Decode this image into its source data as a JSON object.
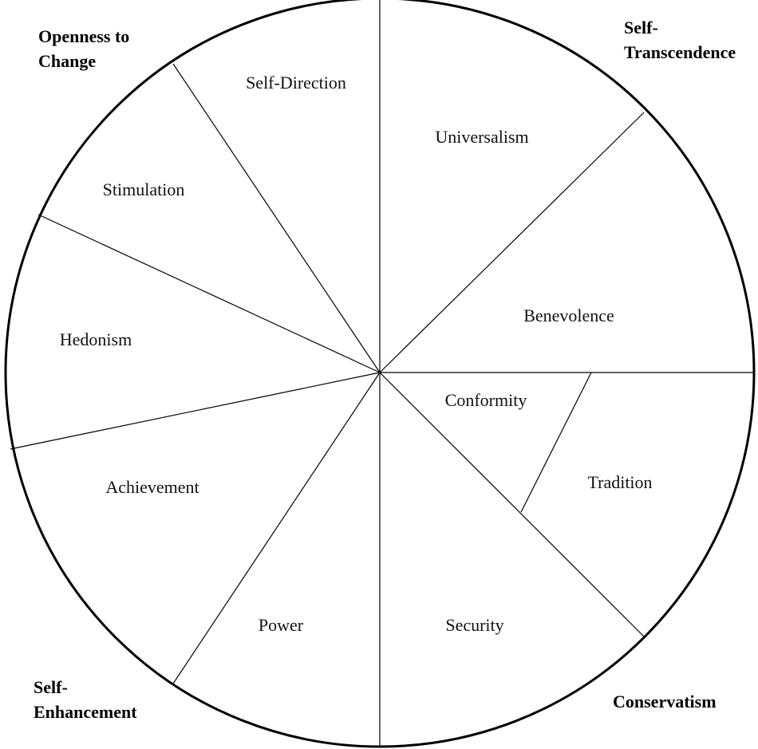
{
  "diagram": {
    "values": [
      "Self-Direction",
      "Universalism",
      "Benevolence",
      "Conformity",
      "Tradition",
      "Security",
      "Power",
      "Achievement",
      "Hedonism",
      "Stimulation"
    ],
    "groups": {
      "openness": [
        "Openness to",
        "Change"
      ],
      "self_transcendence": [
        "Self-",
        "Transcendence"
      ],
      "conservatism": [
        "Conservatism"
      ],
      "self_enhancement": [
        "Self-",
        "Enhancement"
      ]
    }
  }
}
